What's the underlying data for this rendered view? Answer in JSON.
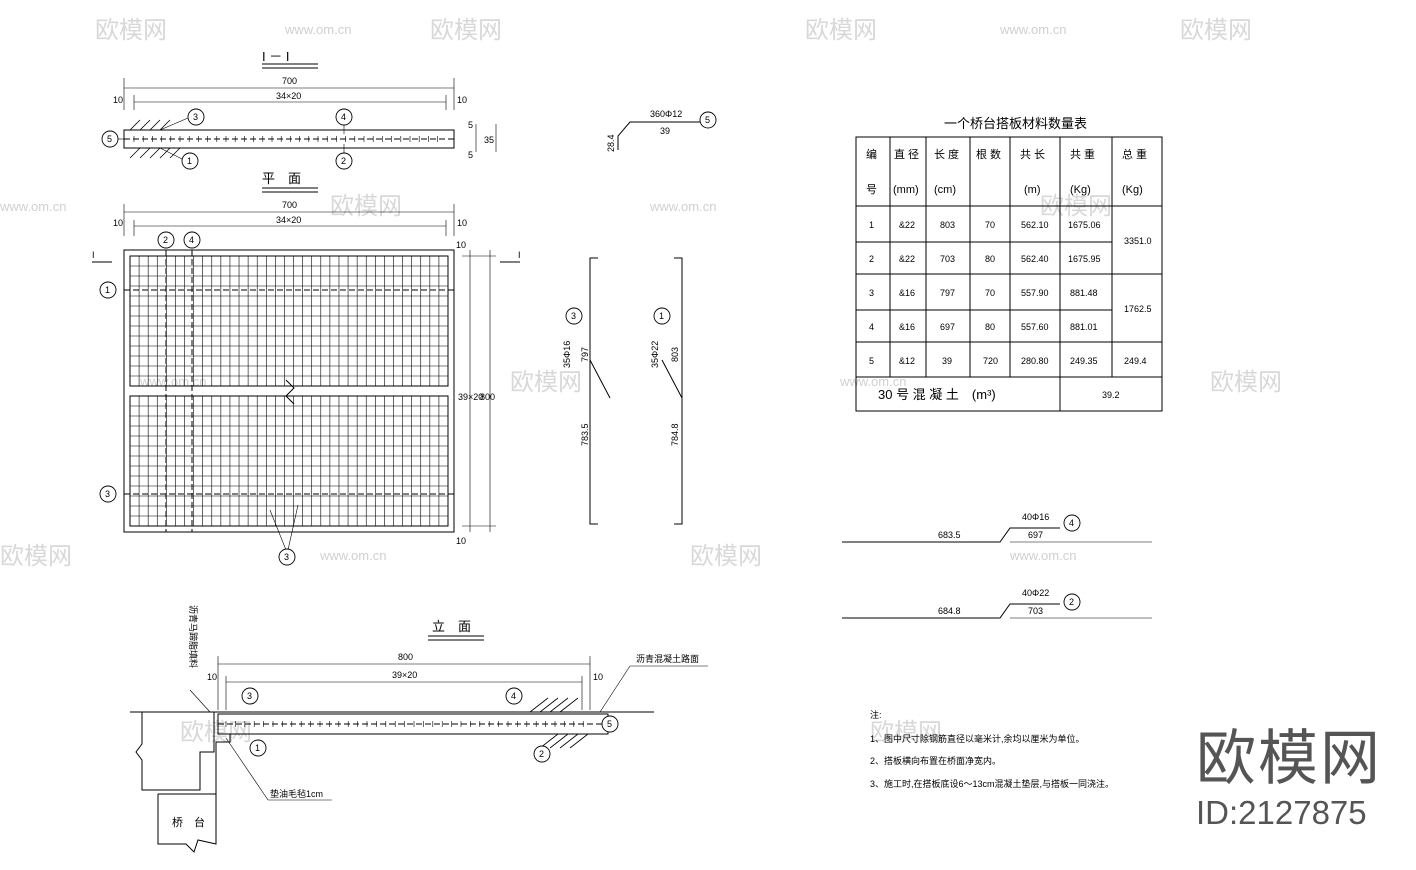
{
  "watermark": {
    "brand": "欧模网",
    "domain": "www.om.cn"
  },
  "brand_block": {
    "name": "欧模网",
    "id": "ID:2127875"
  },
  "section_view": {
    "title": "I － I",
    "dim_total": "700",
    "dim_sub": "34×20",
    "dim_end": "10",
    "dims_right": [
      "5",
      "35",
      "5"
    ],
    "bubbles": [
      "5",
      "3",
      "4",
      "1",
      "2"
    ]
  },
  "plan_view": {
    "title": "平　面",
    "dim_total": "700",
    "dim_sub": "34×20",
    "dim_end": "10",
    "dim_right_total": "800",
    "dim_right_sub": "39×20",
    "dim_right_end": "10",
    "section_mark": "I",
    "bubbles": [
      "1",
      "2",
      "3",
      "4"
    ]
  },
  "elevation_view": {
    "title": "立　面",
    "dim_total": "800",
    "dim_sub": "39×20",
    "dim_end": "10",
    "label_top_left": "沥青马蹄脂填料",
    "label_top_right": "沥青混凝土路面",
    "label_bottom": "垫油毛毡1cm",
    "label_abutment": "桥　台",
    "bubbles": [
      "3",
      "4",
      "1",
      "2",
      "5"
    ]
  },
  "rebar_details": [
    {
      "id": "5",
      "spec": "360Φ12",
      "length": "39",
      "hook": "28.4"
    },
    {
      "id": "3",
      "spec": "35Φ16",
      "length": "797",
      "straight": "783.5"
    },
    {
      "id": "1",
      "spec": "35Φ22",
      "length": "803",
      "straight": "784.8"
    },
    {
      "id": "4",
      "spec": "40Φ16",
      "length": "697",
      "straight": "683.5"
    },
    {
      "id": "2",
      "spec": "40Φ22",
      "length": "703",
      "straight": "684.8"
    }
  ],
  "table": {
    "title": "一个桥台搭板材料数量表",
    "headers": [
      [
        "编",
        "号"
      ],
      [
        "直 径",
        "(mm)"
      ],
      [
        "长 度",
        "(cm)"
      ],
      [
        "根 数",
        ""
      ],
      [
        "共 长",
        "(m)"
      ],
      [
        "共 重",
        "(Kg)"
      ],
      [
        "总 重",
        "(Kg)"
      ]
    ],
    "rows": [
      [
        "1",
        "&22",
        "803",
        "70",
        "562.10",
        "1675.06"
      ],
      [
        "2",
        "&22",
        "703",
        "80",
        "562.40",
        "1675.95"
      ],
      [
        "3",
        "&16",
        "797",
        "70",
        "557.90",
        "881.48"
      ],
      [
        "4",
        "&16",
        "697",
        "80",
        "557.60",
        "881.01"
      ],
      [
        "5",
        "&12",
        "39",
        "720",
        "280.80",
        "249.35"
      ]
    ],
    "totals": [
      "3351.0",
      "1762.5",
      "249.4"
    ],
    "concrete_label": "30 号 混 凝 土　(m³)",
    "concrete_value": "39.2"
  },
  "notes": {
    "heading": "注:",
    "items": [
      "1、图中尺寸除钢筋直径以毫米计,余均以厘米为单位。",
      "2、搭板横向布置在桥面净宽内。",
      "3、施工时,在搭板底设6～13cm混凝土垫层,与搭板一同浇注。"
    ]
  }
}
